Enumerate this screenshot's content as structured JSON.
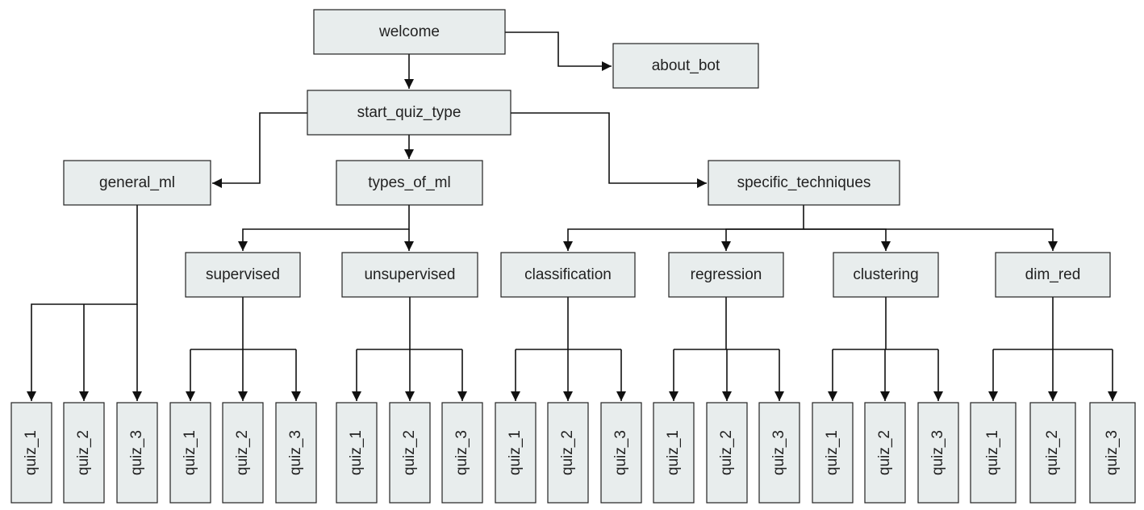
{
  "nodes": {
    "welcome": "welcome",
    "about_bot": "about_bot",
    "start_quiz_type": "start_quiz_type",
    "general_ml": "general_ml",
    "types_of_ml": "types_of_ml",
    "specific_techniques": "specific_techniques",
    "supervised": "supervised",
    "unsupervised": "unsupervised",
    "classification": "classification",
    "regression": "regression",
    "clustering": "clustering",
    "dim_red": "dim_red"
  },
  "quiz_labels": [
    "quiz_1",
    "quiz_2",
    "quiz_3"
  ],
  "colors": {
    "box_fill": "#e8eded",
    "box_stroke": "#222222",
    "line": "#111111",
    "text": "#222222"
  }
}
